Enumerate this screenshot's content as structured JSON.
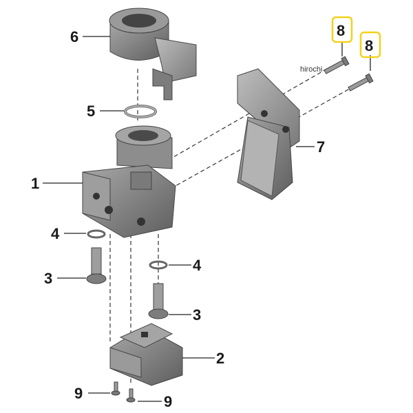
{
  "diagram": {
    "watermark": "hirochi",
    "callouts": {
      "c1": "1",
      "c2": "2",
      "c3a": "3",
      "c3b": "3",
      "c4a": "4",
      "c4b": "4",
      "c5": "5",
      "c6": "6",
      "c7": "7",
      "c8a": "8",
      "c8b": "8",
      "c9a": "9",
      "c9b": "9"
    },
    "highlight_color": "#f2d21b",
    "part_color": "#8f8f8f"
  }
}
